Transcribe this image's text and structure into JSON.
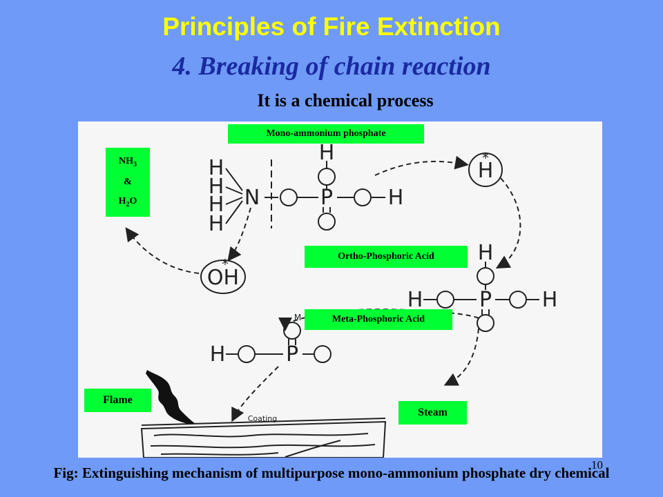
{
  "slide": {
    "title": "Principles of Fire Extinction",
    "subtitle": "4. Breaking of chain reaction",
    "subline": "It is a chemical process",
    "caption": "Fig: Extinguishing mechanism of multipurpose mono-ammonium phosphate dry chemical",
    "page_number": "10"
  },
  "diagram": {
    "labels": {
      "mono_ammonium": "Mono-ammonium phosphate",
      "ortho": "Ortho-Phosphoric Acid",
      "meta": "Meta-Phosphoric Acid",
      "flame": "Flame",
      "steam": "Steam",
      "coating": "Coating",
      "nh3_line1": "NH",
      "nh3_sub": "3",
      "nh3_amp": "&",
      "h2o_h": "H",
      "h2o_sub": "2",
      "h2o_o": "O"
    },
    "atoms": {
      "H": "H",
      "O": "O",
      "N": "N",
      "P": "P",
      "OH": "OH",
      "M": "M",
      "star": "*"
    },
    "colors": {
      "background": "#6f9af7",
      "label_green": "#00ff33",
      "title_yellow": "#ffff00",
      "subtitle_blue": "#1a2aa0"
    }
  }
}
